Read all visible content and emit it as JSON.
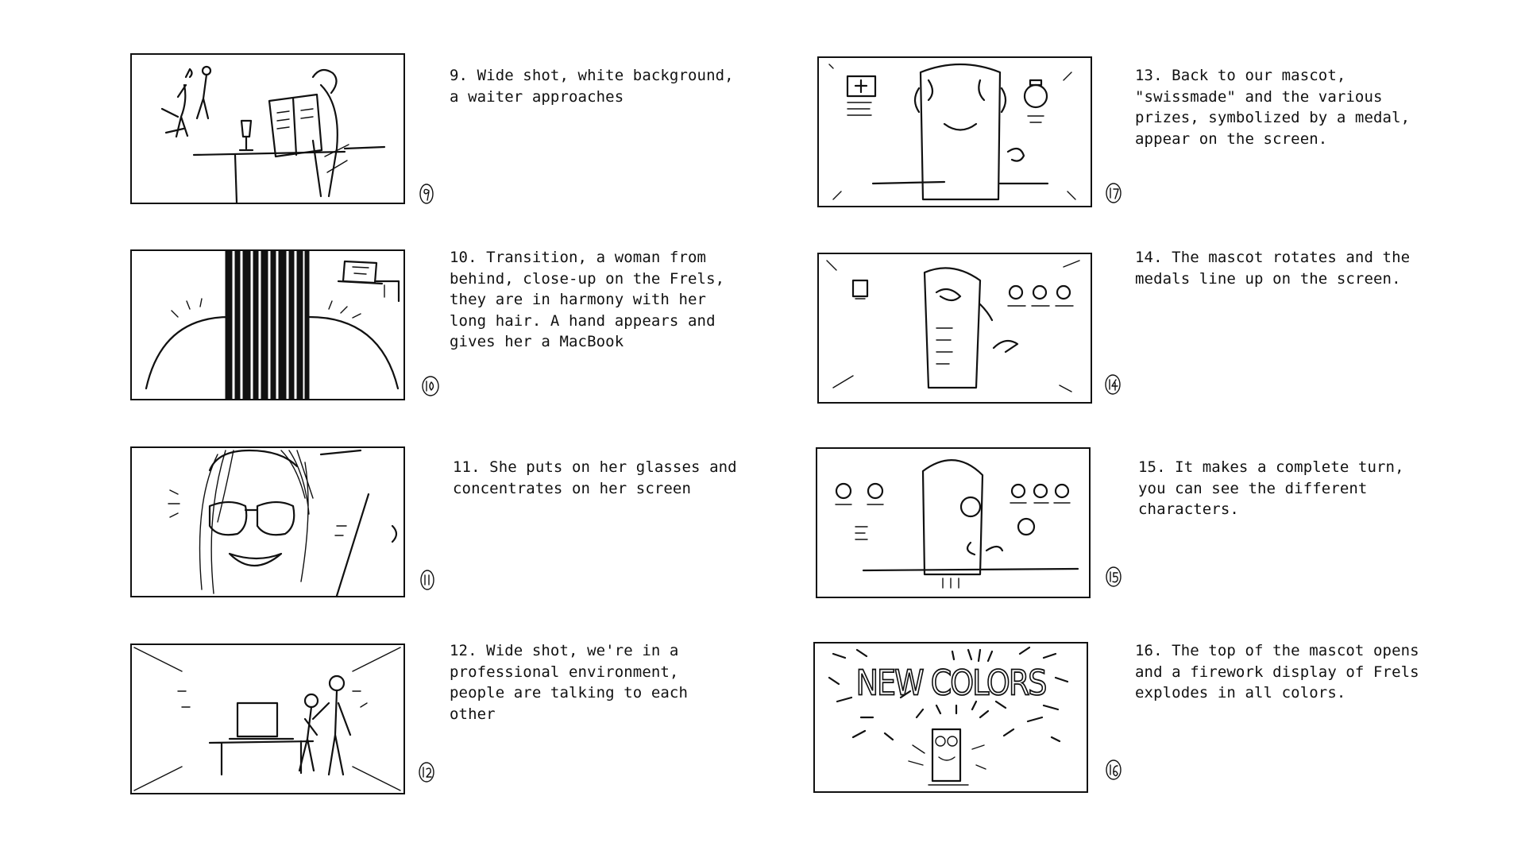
{
  "frames": [
    {
      "number": "9",
      "text": "9. Wide shot, white background, a waiter approaches"
    },
    {
      "number": "10",
      "text": "10. Transition, a woman from behind, close-up on the Frels, they are in harmony with her long hair. A hand appears and gives her a MacBook"
    },
    {
      "number": "11",
      "text": "11. She puts on her glasses and concentrates on her screen"
    },
    {
      "number": "12",
      "text": "12. Wide shot, we're in a professional environment, people are talking to each other"
    },
    {
      "number": "13",
      "text": "13. Back to our mascot, \"swissmade\" and the various prizes, symbolized by a medal, appear on the screen."
    },
    {
      "number": "14",
      "text": "14. The mascot rotates and the medals line up on the screen."
    },
    {
      "number": "15",
      "text": "15. It makes a complete turn, you can see the different characters."
    },
    {
      "number": "16",
      "text": "16. The top of the mascot opens and a firework display of Frels explodes in all colors."
    }
  ],
  "sketch_labels": {
    "new_colors": "NEW COLORS"
  }
}
